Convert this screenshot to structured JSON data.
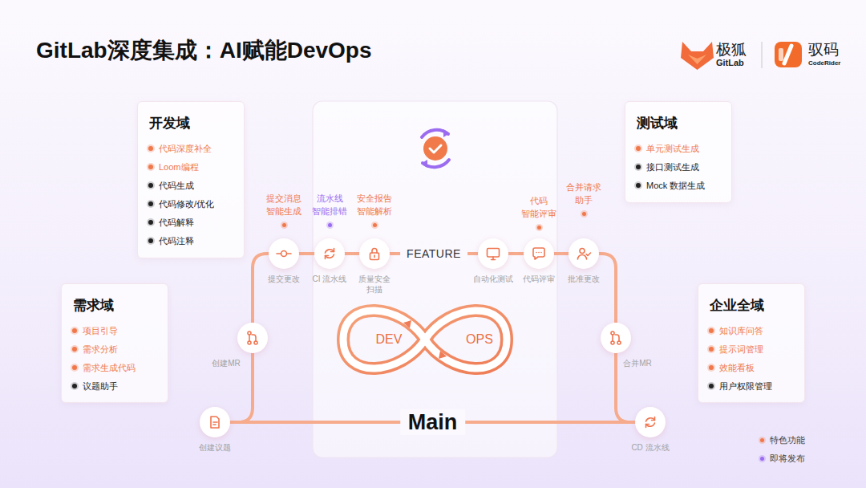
{
  "diagram": {
    "title": "GitLab深度集成：AI赋能DevOps",
    "nodes": [
      {
        "text": [
          "开发域",
          "代码深度补全",
          "Loom编程",
          "代码生成",
          "代码修改/优化",
          "代码解释",
          "代码注释"
        ]
      },
      {
        "text": [
          "测试域",
          "单元测试生成",
          "接口测试生成",
          "Mock 数据生成"
        ]
      },
      {
        "text": [
          "需求域",
          "项目引导",
          "需求分析",
          "需求生成代码",
          "议题助手"
        ]
      },
      {
        "text": [
          "企业全域",
          "知识库问答",
          "提示词管理",
          "效能看板",
          "用户权限管理"
        ]
      },
      {
        "text": [
          "创建议题"
        ]
      },
      {
        "text": [
          "创建MR"
        ]
      },
      {
        "text": [
          "提交更改"
        ]
      },
      {
        "text": [
          "CI 流水线"
        ]
      },
      {
        "text": [
          "质量安全 扫描"
        ]
      },
      {
        "text": [
          "自动化测试"
        ]
      },
      {
        "text": [
          "代码评审"
        ]
      },
      {
        "text": [
          "批准更改"
        ]
      },
      {
        "text": [
          "合并MR"
        ]
      },
      {
        "text": [
          "CD 流水线"
        ]
      }
    ],
    "edges": [
      {
        "from": 4,
        "to": 5,
        "arrow": "none"
      },
      {
        "from": 5,
        "to": 6,
        "arrow": "none"
      },
      {
        "from": 6,
        "to": 7,
        "arrow": "none"
      },
      {
        "from": 7,
        "to": 8,
        "arrow": "none"
      },
      {
        "from": 8,
        "to": 9,
        "label": "FEATURE",
        "arrow": "none"
      },
      {
        "from": 9,
        "to": 10,
        "arrow": "none"
      },
      {
        "from": 10,
        "to": 11,
        "arrow": "none"
      },
      {
        "from": 11,
        "to": 12,
        "arrow": "none"
      },
      {
        "from": 12,
        "to": 13,
        "arrow": "none"
      },
      {
        "from": 4,
        "to": 13,
        "label": "Main",
        "arrow": "none"
      }
    ],
    "labels": [
      "极狐",
      "GitLab",
      "驭码",
      "CodeRider",
      "提交消息 智能生成",
      "流水线 智能排错",
      "安全报告 智能解析",
      "代码 智能评审",
      "合并请求 助手",
      "DEV",
      "OPS"
    ],
    "legend": [
      {
        "text": "特色功能",
        "color": "#f0784a"
      },
      {
        "text": "即将发布",
        "color": "#9b6cf0"
      }
    ]
  }
}
